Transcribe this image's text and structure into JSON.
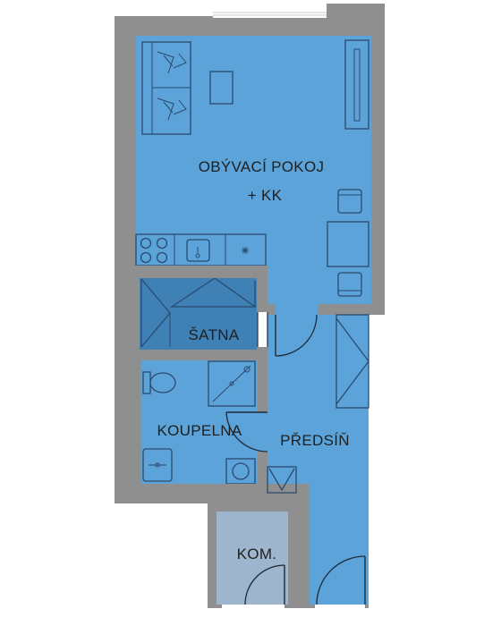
{
  "plan": {
    "rooms": [
      {
        "id": "living",
        "label_line1": "OBÝVACÍ POKOJ",
        "label_line2": "+ KK"
      },
      {
        "id": "wardrobe",
        "label": "ŠATNA"
      },
      {
        "id": "bathroom",
        "label": "KOUPELNA"
      },
      {
        "id": "hallway",
        "label": "PŘEDSÍŇ"
      },
      {
        "id": "storage",
        "label": "KOM."
      }
    ],
    "colors": {
      "wall": "#8f8f8f",
      "room_main": "#5ba3d9",
      "room_dark": "#3f80b5",
      "room_storage": "#9db5cd",
      "furniture_line": "#2b4a6f"
    }
  }
}
